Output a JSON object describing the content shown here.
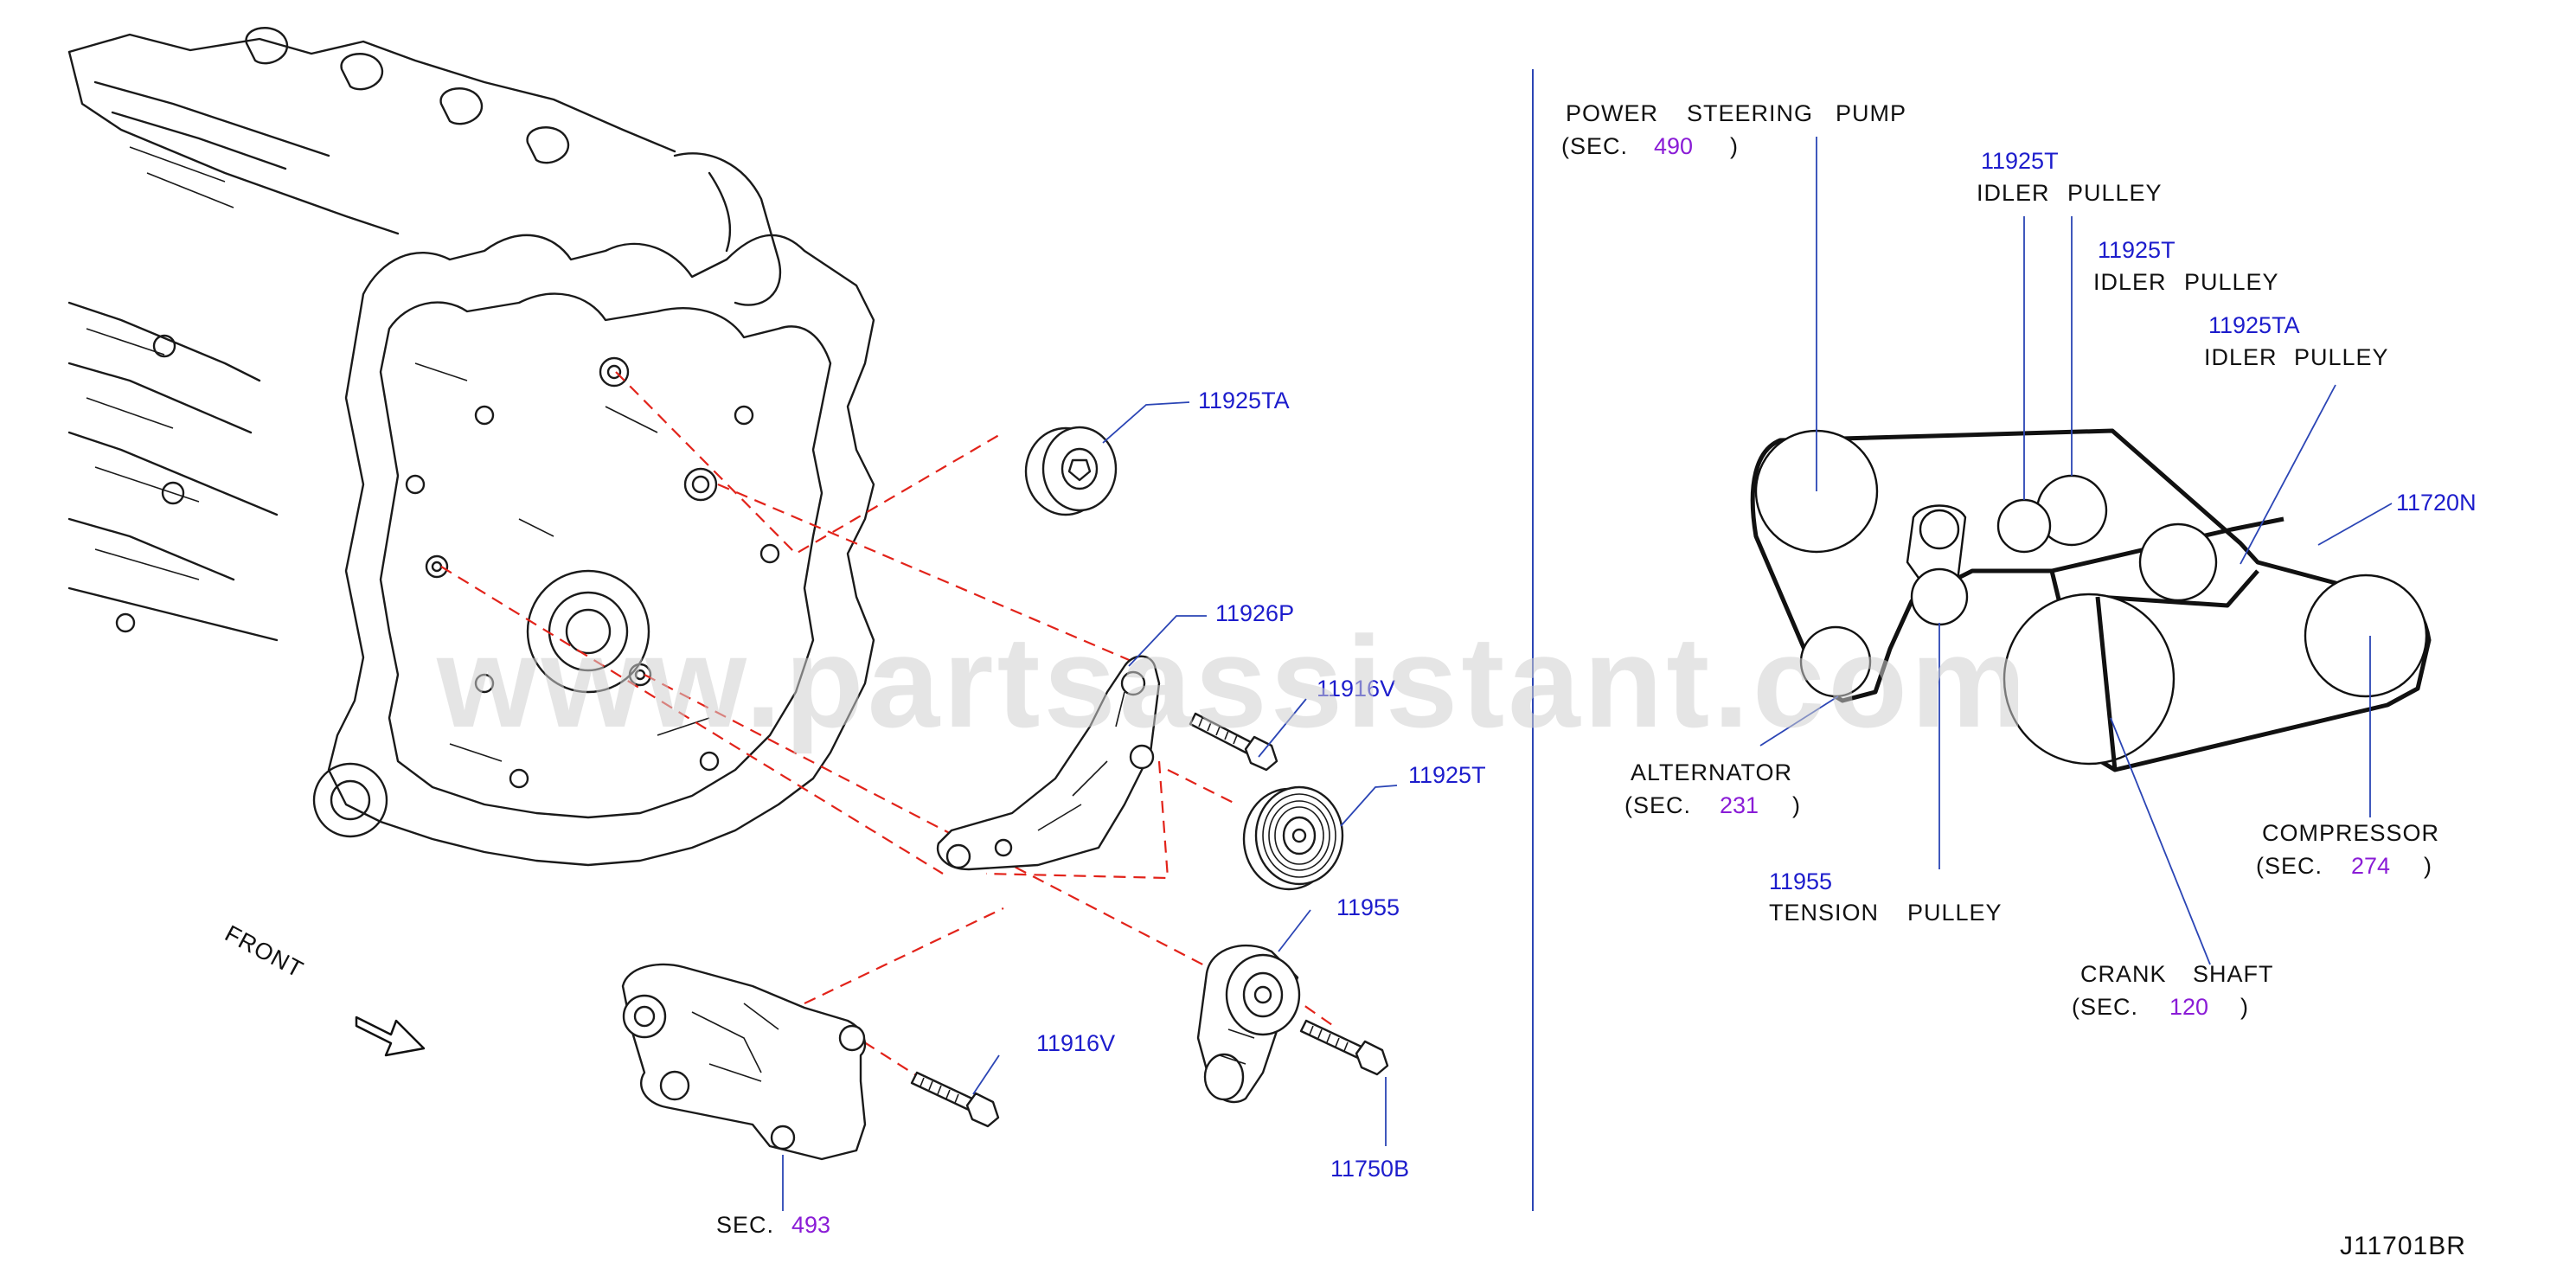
{
  "watermark": "www.partsassistant.com",
  "drawing_code": "J11701BR",
  "exploded_view": {
    "front_label": "FRONT",
    "callouts": {
      "idler_top": "11925TA",
      "bracket": "11926P",
      "bolt_upper": "11916V",
      "idler_grooved": "11925T",
      "tensioner": "11955",
      "bolt_lower": "11916V",
      "bolt_tensioner": "11750B",
      "sec_prefix": "SEC.",
      "sec_number": "493"
    }
  },
  "belt_routing": {
    "power_steering": {
      "name_a": "POWER",
      "name_b": "STEERING",
      "name_c": "PUMP",
      "sec_prefix": "(SEC.",
      "sec_number": "490",
      "sec_suffix": ")"
    },
    "idler_1": {
      "part": "11925T",
      "name_a": "IDLER",
      "name_b": "PULLEY"
    },
    "idler_2": {
      "part": "11925T",
      "name_a": "IDLER",
      "name_b": "PULLEY"
    },
    "idler_3": {
      "part": "11925TA",
      "name_a": "IDLER",
      "name_b": "PULLEY"
    },
    "belt": {
      "part": "11720N"
    },
    "alternator": {
      "name": "ALTERNATOR",
      "sec_prefix": "(SEC.",
      "sec_number": "231",
      "sec_suffix": ")"
    },
    "tension_pulley": {
      "part": "11955",
      "name_a": "TENSION",
      "name_b": "PULLEY"
    },
    "compressor": {
      "name": "COMPRESSOR",
      "sec_prefix": "(SEC.",
      "sec_number": "274",
      "sec_suffix": ")"
    },
    "crank_shaft": {
      "name_a": "CRANK",
      "name_b": "SHAFT",
      "sec_prefix": "(SEC.",
      "sec_number": "120",
      "sec_suffix": ")"
    }
  }
}
